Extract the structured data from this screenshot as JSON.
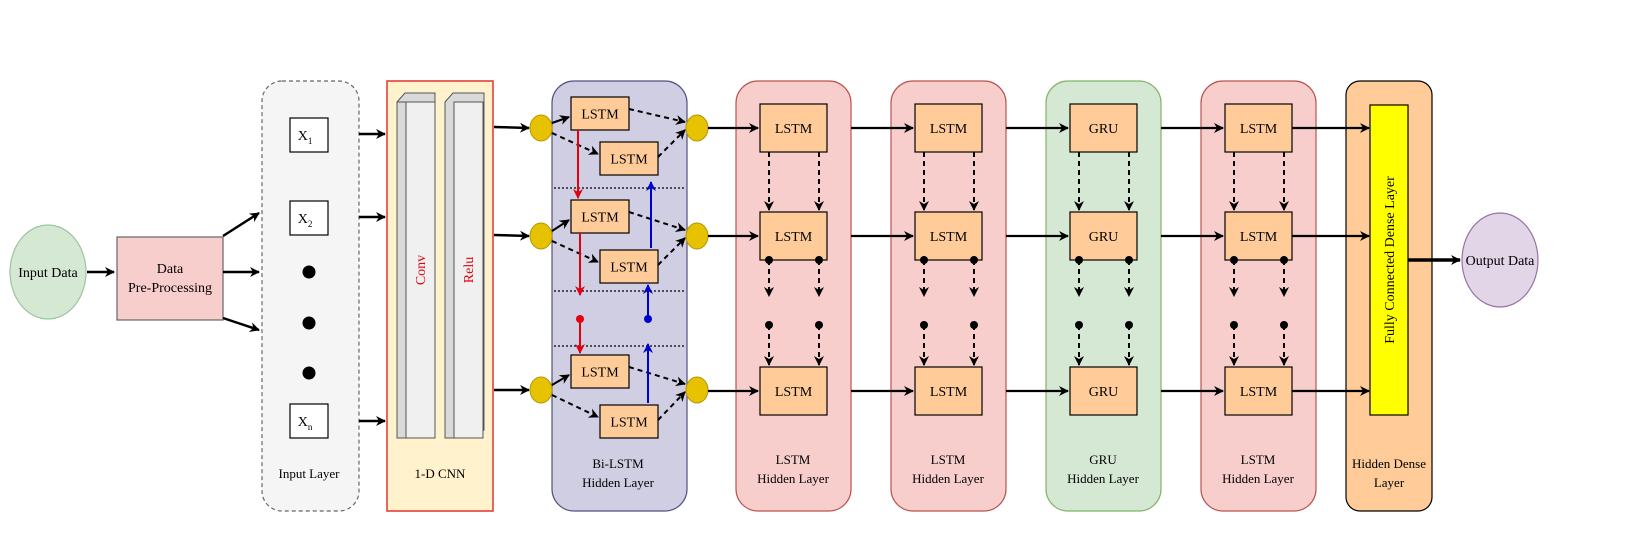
{
  "nodes": {
    "input_data": "Input Data",
    "preproc_line1": "Data",
    "preproc_line2": "Pre-Processing",
    "output_data": "Output Data"
  },
  "input_layer": {
    "caption": "Input Layer",
    "items": [
      {
        "base": "X",
        "sub": "1"
      },
      {
        "base": "X",
        "sub": "2"
      },
      {
        "base": "X",
        "sub": "n"
      }
    ]
  },
  "cnn": {
    "caption": "1-D CNN",
    "conv": "Conv",
    "relu": "Relu"
  },
  "bilstm": {
    "caption_line1": "Bi-LSTM",
    "caption_line2": "Hidden Layer",
    "cell": "LSTM"
  },
  "layers": [
    {
      "cell": "LSTM",
      "caption_line1": "LSTM",
      "caption_line2": "Hidden Layer",
      "fill": "#f8cecc",
      "stroke": "#b85450"
    },
    {
      "cell": "LSTM",
      "caption_line1": "LSTM",
      "caption_line2": "Hidden Layer",
      "fill": "#f8cecc",
      "stroke": "#b85450"
    },
    {
      "cell": "GRU",
      "caption_line1": "GRU",
      "caption_line2": "Hidden Layer",
      "fill": "#d5e8d4",
      "stroke": "#82b366"
    },
    {
      "cell": "LSTM",
      "caption_line1": "LSTM",
      "caption_line2": "Hidden Layer",
      "fill": "#f8cecc",
      "stroke": "#b85450"
    }
  ],
  "dense": {
    "label": "Fully Connected Dense Layer",
    "caption_line1": "Hidden Dense",
    "caption_line2": "Layer"
  },
  "colors": {
    "cell_fill": "#ffcc99",
    "bilstm_fill": "#d0cee2",
    "bilstm_stroke": "#56517e",
    "cnn_fill": "#fff2cc",
    "cnn_border": "#e3342f",
    "dense_fill": "#ffcc99",
    "dense_bar": "#ffff00",
    "node_yellow": "#e6c200",
    "forward_arrow": "#e3000f",
    "backward_arrow": "#0000cc"
  }
}
